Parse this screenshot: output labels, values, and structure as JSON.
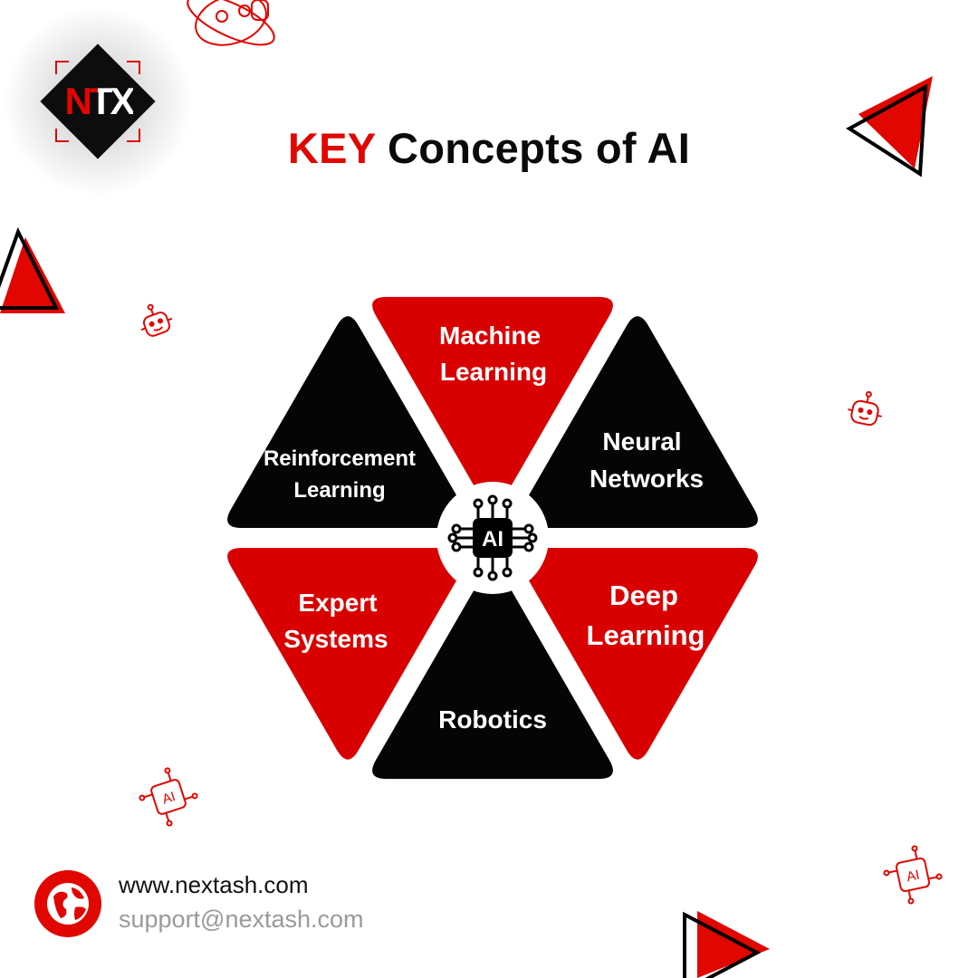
{
  "brand": {
    "logo_text": "NTX"
  },
  "title": {
    "keyword": "KEY",
    "rest": " Concepts of AI"
  },
  "diagram": {
    "center_label": "AI",
    "segments": [
      {
        "id": "machine-learning",
        "lines": [
          "Machine",
          "Learning"
        ],
        "color": "#d90000"
      },
      {
        "id": "neural-networks",
        "lines": [
          "Neural",
          "Networks"
        ],
        "color": "#050505"
      },
      {
        "id": "deep-learning",
        "lines": [
          "Deep",
          "Learning"
        ],
        "color": "#d90000"
      },
      {
        "id": "robotics",
        "lines": [
          "Robotics"
        ],
        "color": "#050505"
      },
      {
        "id": "expert-systems",
        "lines": [
          "Expert",
          "Systems"
        ],
        "color": "#d90000"
      },
      {
        "id": "reinforcement-learning",
        "lines": [
          "Reinforcement",
          "Learning"
        ],
        "color": "#050505"
      }
    ]
  },
  "footer": {
    "website": "www.nextash.com",
    "email": "support@nextash.com"
  },
  "colors": {
    "accent": "#e10600",
    "dark": "#050505",
    "muted": "#9a9a9a"
  },
  "decor_icons": [
    "robot-head-icon",
    "ai-chip-icon",
    "triangle-icon",
    "globe-icon"
  ]
}
